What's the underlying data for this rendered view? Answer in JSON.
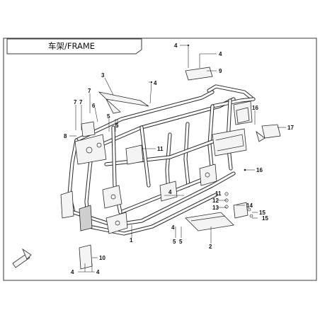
{
  "header": {
    "title": "车架/FRAME"
  },
  "callouts": {
    "c1": "1",
    "c2": "2",
    "c3": "3",
    "c4a": "4",
    "c4b": "4",
    "c4c": "4",
    "c4d": "4",
    "c4e": "4",
    "c4f": "4",
    "c5a": "5",
    "c5b": "5",
    "c5c": "5",
    "c5d": "5",
    "c6": "6",
    "c7a": "7",
    "c7b": "7",
    "c7c": "7",
    "c8": "8",
    "c9": "9",
    "c10": "10",
    "c11": "11",
    "c12": "12",
    "c13": "13",
    "c14": "14",
    "c15a": "15",
    "c15b": "15",
    "c16a": "16",
    "c16b": "16",
    "c17": "17"
  }
}
